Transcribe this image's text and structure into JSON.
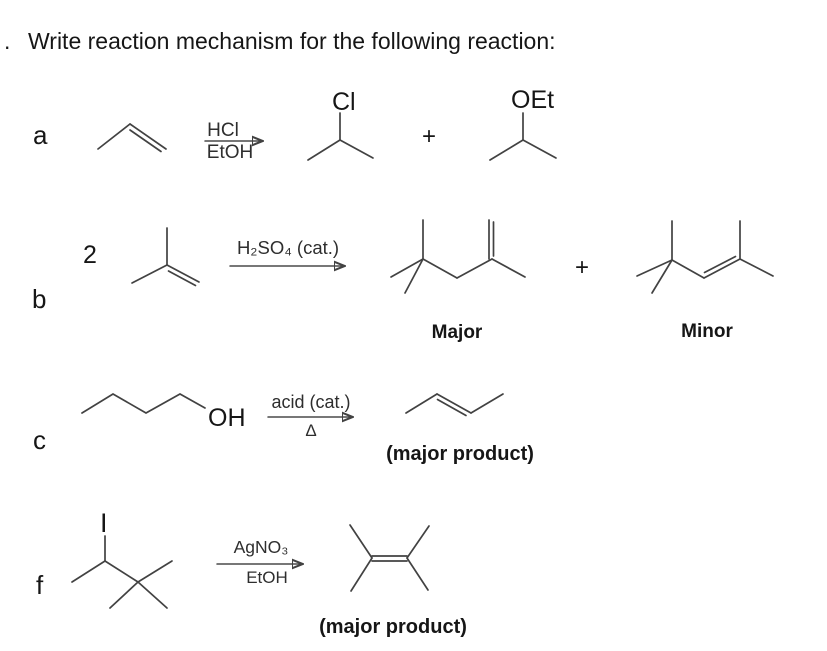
{
  "page": {
    "list_dot": ".",
    "title": "Write reaction mechanism for the following reaction:"
  },
  "reaction_a": {
    "label": "a",
    "arrow_above": "HCl",
    "arrow_below": "EtOH",
    "plus": "+",
    "chloride_label": "Cl",
    "ether_label": "OEt"
  },
  "reaction_b": {
    "label": "b",
    "coefficient": "2",
    "arrow_above": "H₂SO₄ (cat.)",
    "plus": "+",
    "major_tag": "Major",
    "minor_tag": "Minor"
  },
  "reaction_c": {
    "label": "c",
    "hydroxyl_label": "OH",
    "arrow_above": "acid (cat.)",
    "arrow_below": "Δ",
    "product_tag": "(major product)"
  },
  "reaction_f": {
    "label": "f",
    "iodide_label": "I",
    "arrow_above": "AgNO₃",
    "arrow_below": "EtOH",
    "product_tag": "(major product)"
  }
}
